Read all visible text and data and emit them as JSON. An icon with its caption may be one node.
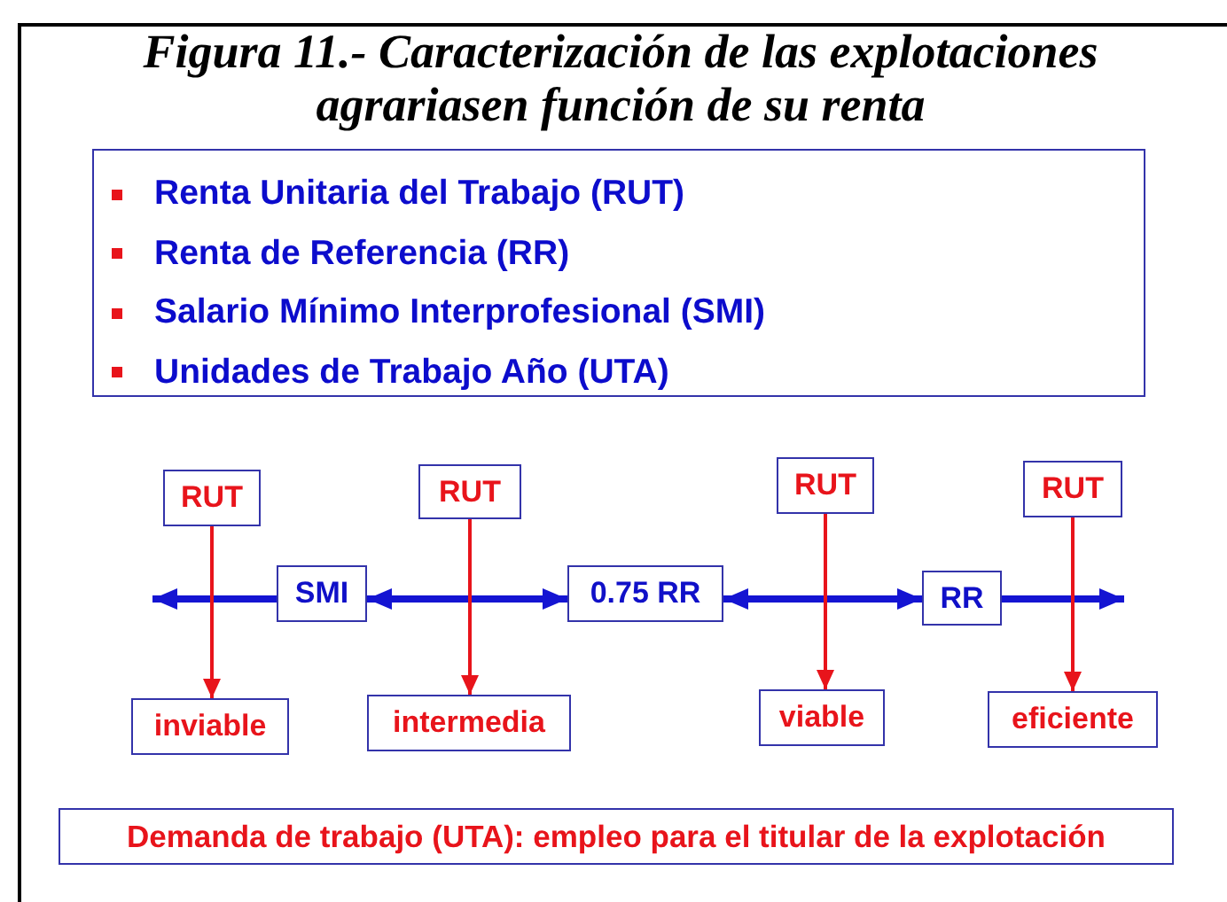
{
  "diagram": {
    "title": "Figura 11.- Caracterización de las explotaciones agrariasen función de su renta",
    "nodes": [
      {
        "text": [
          "Renta Unitaria del Trabajo (RUT)",
          "Renta de Referencia (RR)",
          "Salario Mínimo Interprofesional (SMI)",
          "Unidades de Trabajo Año (UTA)"
        ]
      },
      {
        "text": [
          "RUT"
        ]
      },
      {
        "text": [
          "RUT"
        ]
      },
      {
        "text": [
          "RUT"
        ]
      },
      {
        "text": [
          "RUT"
        ]
      },
      {
        "text": [
          "SMI"
        ]
      },
      {
        "text": [
          "0.75 RR"
        ]
      },
      {
        "text": [
          "RR"
        ]
      },
      {
        "text": [
          "inviable"
        ]
      },
      {
        "text": [
          "intermedia"
        ]
      },
      {
        "text": [
          "viable"
        ]
      },
      {
        "text": [
          "eficiente"
        ]
      },
      {
        "text": [
          "Demanda de trabajo (UTA): empleo para el titular de la explotación"
        ]
      }
    ],
    "edges": [
      {
        "from": 5,
        "to": null,
        "arrow": "to",
        "style": "thick"
      },
      {
        "from": 5,
        "to": 6,
        "arrow": "both",
        "style": "thick"
      },
      {
        "from": 6,
        "to": 7,
        "arrow": "both",
        "style": "thick"
      },
      {
        "from": 7,
        "to": null,
        "arrow": "to",
        "style": "thick"
      },
      {
        "from": 1,
        "to": 8,
        "arrow": "to",
        "color": "#e8141b"
      },
      {
        "from": 2,
        "to": 9,
        "arrow": "to",
        "color": "#e8141b"
      },
      {
        "from": 3,
        "to": 10,
        "arrow": "to",
        "color": "#e8141b"
      },
      {
        "from": 4,
        "to": 11,
        "arrow": "to",
        "color": "#e8141b"
      }
    ]
  }
}
